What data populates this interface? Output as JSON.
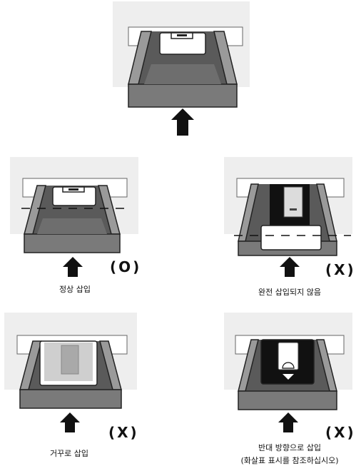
{
  "panels": {
    "top": {
      "mark": "",
      "caption": ""
    },
    "normal": {
      "mark": "(O)",
      "caption": "정상 삽입"
    },
    "incomplete": {
      "mark": "(X)",
      "caption": "완전 삽입되지 않음"
    },
    "upside_down": {
      "mark": "(X)",
      "caption": "거꾸로 삽입"
    },
    "reversed": {
      "mark": "(X)",
      "caption_line1": "반대 방향으로 삽입",
      "caption_line2": "(화살표 표시를 참조하십시오)"
    }
  },
  "colors": {
    "background_box": "#eeeeee",
    "tray_side": "#8a8a8a",
    "tray_floor": "#6f6f6f",
    "card_white": "#ffffff",
    "arrow": "#111111"
  }
}
